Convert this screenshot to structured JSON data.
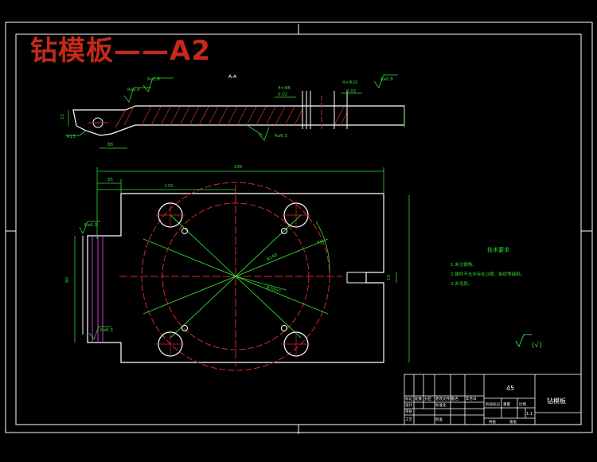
{
  "drawing": {
    "title_overlay": "钻模板——A2",
    "view_label": "A-A",
    "tech_req": {
      "heading": "技术要求",
      "items": [
        "1.未注倒角。",
        "2.铸件不允许存在沙眼、裂纹等缺陷。",
        "3.去毛刺。"
      ]
    },
    "roughness_note": "(√)",
    "dims": {
      "overall_width": "295",
      "left_offset": "85",
      "hole_spacing": "130",
      "left_height": "80",
      "slot_width": "10",
      "bolt_circle": "Φ140",
      "bore": "Φ70H7",
      "angle": "45°",
      "section_thk": "15",
      "section_len": "88",
      "small_hole": "R15",
      "hole_spec": "4×Φ8",
      "hole_spec2": "4×Φ20",
      "roughness_1": "Ra1.6",
      "roughness_2": "Ra1.6",
      "roughness_3": "Ra6.3",
      "roughness_4": "Ra0.8",
      "roughness_5": "Ra6.3",
      "tolerance_1": "0.02",
      "tolerance_2": "0.02"
    },
    "title_block": {
      "material": "45",
      "part_name": "钻模板",
      "ratio": "1:1",
      "labels": [
        "标记",
        "处数",
        "分区",
        "更改文件号",
        "签名",
        "年月日",
        "设计",
        "标准化",
        "审核",
        "工艺",
        "批准",
        "阶段标记",
        "重量",
        "比例",
        "共张",
        "第张"
      ]
    }
  },
  "colors": {
    "frame": "#ffffff",
    "geometry": "#ffffff",
    "dimension": "#33d633",
    "centerline": "#d42a2a",
    "hatch": "#d42a2a",
    "magenta": "#d13ad1",
    "title": "#c22a1a"
  }
}
